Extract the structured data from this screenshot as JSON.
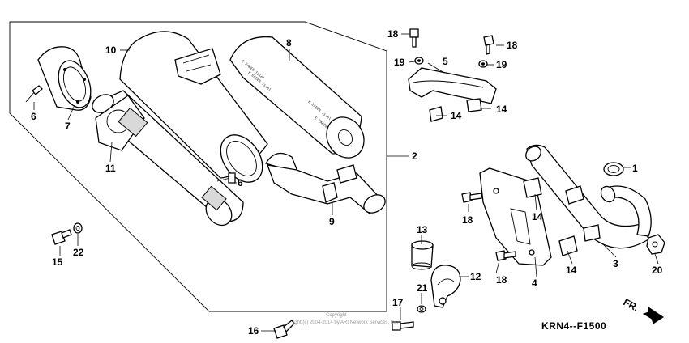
{
  "diagram": {
    "code": "KRN4--F1500",
    "direction_label": "FR.",
    "copyright_line1": "Copyright",
    "copyright_line2": "ight (c) 2004-2014 by ARI Network Services, Inc.",
    "callouts": [
      "1",
      "2",
      "3",
      "4",
      "5",
      "6",
      "6",
      "7",
      "8",
      "9",
      "10",
      "11",
      "12",
      "13",
      "14",
      "14",
      "14",
      "14",
      "15",
      "16",
      "17",
      "18",
      "18",
      "18",
      "18",
      "19",
      "19",
      "20",
      "21",
      "22"
    ]
  }
}
